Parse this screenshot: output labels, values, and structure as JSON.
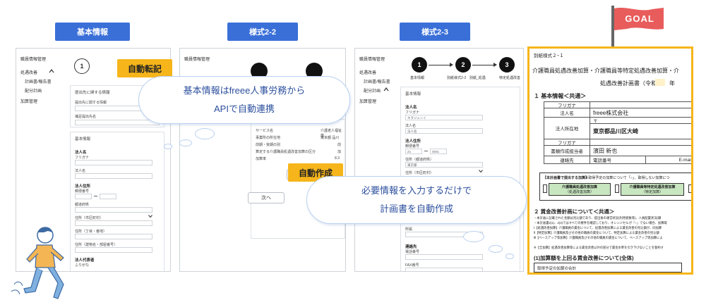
{
  "steps": {
    "basic": "基本情報",
    "form22": "様式2-2",
    "form23": "様式2-3"
  },
  "goal": {
    "label": "GOAL",
    "color": "#e85c5c"
  },
  "tags": {
    "auto_transfer": "自動転記",
    "auto_create": "自動作成"
  },
  "bubbles": {
    "api_line1": "基本情報はfreee人事労務から",
    "api_line2": "APIで自動連携",
    "input_line1": "必要情報を入力するだけで",
    "input_line2": "計画書を自動作成"
  },
  "screen1": {
    "sidebar": [
      "職員情報管理",
      "処遇改善",
      "計画書/報告書",
      "配分計画",
      "加算管理"
    ],
    "expand_icon": "chevron-up-icon",
    "step1": "1",
    "card1_title": "提出先に関する情報",
    "card1_fields": [
      "提出先に関する情報",
      "補足提出先名"
    ],
    "card2_title": "基本情報",
    "corp_name": "法人名",
    "furigana": "フリガナ",
    "name": "法人名",
    "address_title": "法人住所",
    "postal": "郵便番号",
    "prefecture": "都道府県",
    "city": "住所（市区町村）",
    "street": "住所（丁目・番地）",
    "building": "住所（建物名・部屋番号）",
    "rep_title": "法人代表者",
    "rep_furigana": "ふりがな"
  },
  "screen2": {
    "sidebar": [
      "職員情報管理"
    ],
    "table_rows": [
      {
        "k": "サービス名",
        "v": "介護老人福祉施"
      },
      {
        "k": "事業所の所在地",
        "v": "東京都  品川"
      },
      {
        "k": "前期・後期の別",
        "v": "前"
      },
      {
        "k": "算定する介護職員処遇改善加算の区分",
        "v": "加"
      },
      {
        "k": "加算率",
        "v": "8.3"
      }
    ],
    "new_button": "新",
    "next_button": "次へ"
  },
  "screen3": {
    "sidebar": [
      "職員情報管理",
      "処遇改善",
      "計画書/報告書",
      "配分計画",
      "加算管理"
    ],
    "expand_icon": "chevron-up-icon",
    "steps": [
      {
        "n": "1",
        "label": "基本情報"
      },
      {
        "n": "2",
        "label": "別紙様式2-2"
      },
      {
        "n": "3",
        "label": "特定処遇改善"
      }
    ],
    "step_mid_label": "別紙_処遇",
    "card_title": "基本情報",
    "corp_name": "法人名",
    "furigana": "フリガナ",
    "furigana_value": "キタジュンイ",
    "name_label": "法人名",
    "name_value": "法人名",
    "address_title": "法人住所",
    "postal": "郵便番号",
    "postal_a": "Z1",
    "postal_b": "0001",
    "prefecture": "住所（都道府県）",
    "prefecture_value": "東京都",
    "city": "住所（市区町村）",
    "area": "所属",
    "contact_title": "連絡先",
    "phone": "電話番号",
    "fax": "FAX番号"
  },
  "document": {
    "form_no": "別紙様式２−１",
    "title": "介護職員処遇改善加算・介護職員等特定処遇改善加算・介",
    "subtitle_pre": "処遇改善計画書（令和",
    "subtitle_post": "年",
    "section1": "１  基本情報＜共通＞",
    "rows": [
      {
        "label": "フリガナ",
        "value": ""
      },
      {
        "label": "法人名",
        "value": "freee株式会社"
      },
      {
        "label": "",
        "value": "〒"
      },
      {
        "label": "法人所在地",
        "value": "東京都品川区大崎"
      },
      {
        "label": "フリガナ",
        "value": ""
      },
      {
        "label": "書類作成担当者",
        "value": "濱田 新也"
      },
      {
        "label": "連絡先",
        "value": "電話番号"
      }
    ],
    "email_label": "E-mail",
    "plan_note_title": "【本計画書で提出する加算】",
    "plan_note_text": "※取得予定の加算について「○」、取得しない加算につ",
    "boxes": [
      {
        "line1": "介護職員処遇改善加算",
        "line2": "（処遇改善加算）"
      },
      {
        "line1": "介護職員等特定処遇改善加算",
        "line2": "（特定加算）"
      }
    ],
    "section2": "２  賃金改善計画について＜共通＞",
    "notes": [
      "・本計画に記載された金額は見込額であり、提出後の運営状況(利用者数等)、人員配置状況(職",
      "・本計画書2(1)、2(3)ではすべての要件を確認しており、オレンジセルが「○」でない場合、加算取",
      "Ⅰ【処遇改善加算】介護職員の賃金について、処遇改善加算による賃金改善の見込額が、同加算",
      "Ⅱ【特定加算】介護職員及びその他の職員の賃金について、特定加算による賃金改善の見込額",
      "Ⅲ【ベースアップ等加算】介護職員及びその他の職員の賃金について、ベースアップ等加算によ",
      "※【全加算】処遇改善加算等による賃金改善以外の部分で賃金水準を引き下げないことを誓約す"
    ],
    "sub_section": "(1)加算額を上回る賃金改善について(全体)",
    "table_label": "取得予定の加算の合計"
  }
}
